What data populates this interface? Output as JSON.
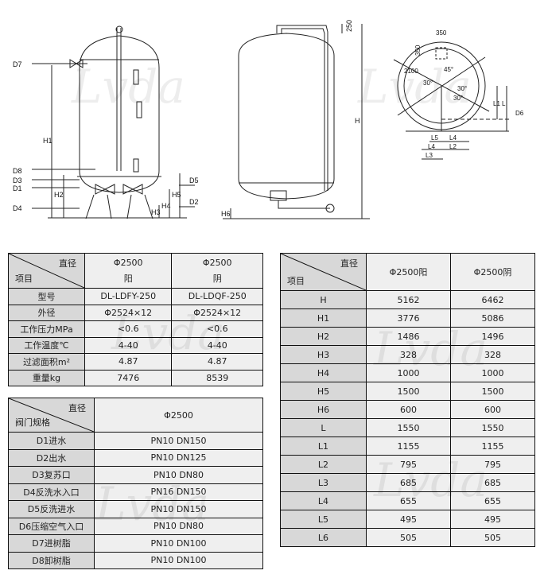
{
  "drawing_front": {
    "labels": [
      "D7",
      "D8",
      "D3",
      "D1",
      "D4",
      "D5",
      "D2",
      "H1",
      "H2",
      "H3",
      "H4",
      "H5"
    ]
  },
  "drawing_side": {
    "labels": [
      "250",
      "H",
      "H6"
    ]
  },
  "drawing_top": {
    "labels": [
      "350",
      "350",
      "2100",
      "45°",
      "30°",
      "30°",
      "30°",
      "L1",
      "L",
      "D6",
      "L5",
      "L4",
      "L4",
      "L2",
      "L3"
    ]
  },
  "table_specs": {
    "corner_top": "直径",
    "corner_bottom": "项目",
    "columns": [
      {
        "line1": "Φ2500",
        "line2": "阳"
      },
      {
        "line1": "Φ2500",
        "line2": "阴"
      }
    ],
    "rows": [
      {
        "label": "型号",
        "values": [
          "DL-LDFY-250",
          "DL-LDQF-250"
        ]
      },
      {
        "label": "外径",
        "values": [
          "Φ2524×12",
          "Φ2524×12"
        ]
      },
      {
        "label": "工作压力MPa",
        "values": [
          "<0.6",
          "<0.6"
        ]
      },
      {
        "label": "工作温度℃",
        "values": [
          "4-40",
          "4-40"
        ]
      },
      {
        "label": "过滤面积m²",
        "values": [
          "4.87",
          "4.87"
        ]
      },
      {
        "label": "重量kg",
        "values": [
          "7476",
          "8539"
        ]
      }
    ]
  },
  "table_valves": {
    "corner_top": "直径",
    "corner_bottom": "阀门规格",
    "column": "Φ2500",
    "rows": [
      {
        "label": "D1进水",
        "value": "PN10 DN150"
      },
      {
        "label": "D2出水",
        "value": "PN10 DN125"
      },
      {
        "label": "D3复苏口",
        "value": "PN10 DN80"
      },
      {
        "label": "D4反洗水入口",
        "value": "PN16 DN150"
      },
      {
        "label": "D5反洗进水",
        "value": "PN10 DN150"
      },
      {
        "label": "D6压缩空气入口",
        "value": "PN10 DN80"
      },
      {
        "label": "D7进树脂",
        "value": "PN10 DN100"
      },
      {
        "label": "D8卸树脂",
        "value": "PN10 DN100"
      }
    ]
  },
  "table_dims": {
    "corner_top": "直径",
    "corner_bottom": "项目",
    "columns": [
      "Φ2500阳",
      "Φ2500阴"
    ],
    "rows": [
      {
        "label": "H",
        "values": [
          "5162",
          "6462"
        ]
      },
      {
        "label": "H1",
        "values": [
          "3776",
          "5086"
        ]
      },
      {
        "label": "H2",
        "values": [
          "1486",
          "1496"
        ]
      },
      {
        "label": "H3",
        "values": [
          "328",
          "328"
        ]
      },
      {
        "label": "H4",
        "values": [
          "1000",
          "1000"
        ]
      },
      {
        "label": "H5",
        "values": [
          "1500",
          "1500"
        ]
      },
      {
        "label": "H6",
        "values": [
          "600",
          "600"
        ]
      },
      {
        "label": "L",
        "values": [
          "1550",
          "1550"
        ]
      },
      {
        "label": "L1",
        "values": [
          "1155",
          "1155"
        ]
      },
      {
        "label": "L2",
        "values": [
          "795",
          "795"
        ]
      },
      {
        "label": "L3",
        "values": [
          "685",
          "685"
        ]
      },
      {
        "label": "L4",
        "values": [
          "655",
          "655"
        ]
      },
      {
        "label": "L5",
        "values": [
          "495",
          "495"
        ]
      },
      {
        "label": "L6",
        "values": [
          "505",
          "505"
        ]
      }
    ]
  },
  "watermark": "Lvda"
}
